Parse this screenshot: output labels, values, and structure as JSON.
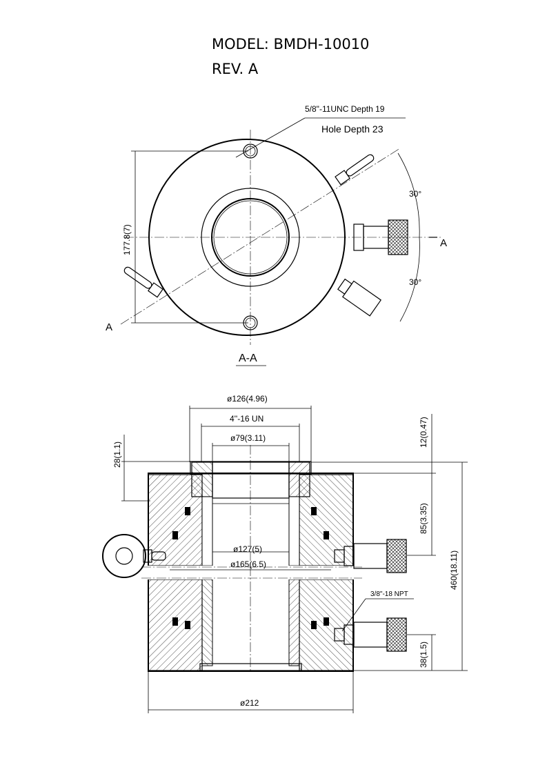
{
  "header": {
    "model": "MODEL: BMDH-10010",
    "revision": "REV. A"
  },
  "top_view": {
    "thread_note": "5/8\"-11UNC Depth 19",
    "hole_note": "Hole Depth 23",
    "height_dim": "177.8(7)",
    "angle_upper": "30°",
    "angle_lower": "30°",
    "section_mark_right": "A",
    "section_mark_left": "A",
    "section_label": "A-A"
  },
  "section_view": {
    "dim_outer_top": "ø126(4.96)",
    "dim_thread": "4''-16 UN",
    "dim_plunger_inner": "ø79(3.11)",
    "dim_plunger": "ø127(5)",
    "dim_bore": "ø165(6.5)",
    "dim_base": "ø212",
    "dim_left_height": "28(1.1)",
    "dim_top_offset": "12(0.47)",
    "dim_port_height": "85(3.35)",
    "dim_total": "460(18.11)",
    "dim_bottom": "38(1.5)",
    "port_note": "3/8\"-18 NPT"
  }
}
